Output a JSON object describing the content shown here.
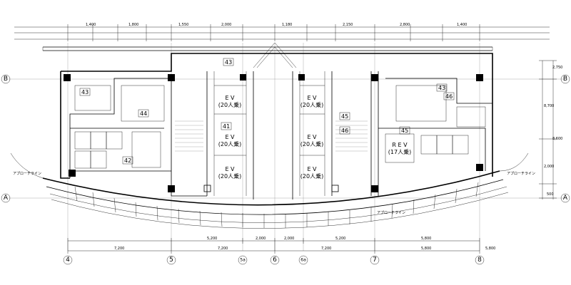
{
  "grid": {
    "columns": [
      {
        "id": "col-4",
        "label": "4"
      },
      {
        "id": "col-5",
        "label": "5"
      },
      {
        "id": "col-5a",
        "label": "5a"
      },
      {
        "id": "col-6",
        "label": "6"
      },
      {
        "id": "col-6a",
        "label": "6a"
      },
      {
        "id": "col-7",
        "label": "7"
      },
      {
        "id": "col-8",
        "label": "8"
      }
    ],
    "rows": [
      {
        "id": "row-B",
        "label": "B"
      },
      {
        "id": "row-A",
        "label": "A"
      }
    ]
  },
  "bottom_dims": {
    "spans": [
      "7,200",
      "7,200",
      "7,200",
      "5,800"
    ],
    "sub_spans": [
      "5,200",
      "2,000",
      "2,000",
      "5,200",
      "5,800"
    ],
    "total_right": "5,800"
  },
  "right_dims": [
    "2,750",
    "8,700",
    "8,600",
    "2,000",
    "500"
  ],
  "top_dims": [
    "1,400",
    "1,800",
    "1,550",
    "2,000",
    "1,180",
    "2,150",
    "2,800",
    "1,400"
  ],
  "rooms": [
    {
      "key": "ev1",
      "name": "E V",
      "sub": "(20人乗)"
    },
    {
      "key": "ev2",
      "name": "E V",
      "sub": "(20人乗)"
    },
    {
      "key": "ev3",
      "name": "E V",
      "sub": "(20人乗)"
    },
    {
      "key": "ev4",
      "name": "E V",
      "sub": "(20人乗)"
    },
    {
      "key": "ev5",
      "name": "E V",
      "sub": "(20人乗)"
    },
    {
      "key": "ev6",
      "name": "E V",
      "sub": "(20人乗)"
    },
    {
      "key": "rev",
      "name": "R E V",
      "sub": "(17人乗)"
    }
  ],
  "room_numbers": [
    "43",
    "43",
    "44",
    "42",
    "41",
    "45",
    "46",
    "45",
    "43",
    "46"
  ],
  "annotations": [
    "アプローチライン",
    "アプローチライン",
    "アプローチライン"
  ]
}
